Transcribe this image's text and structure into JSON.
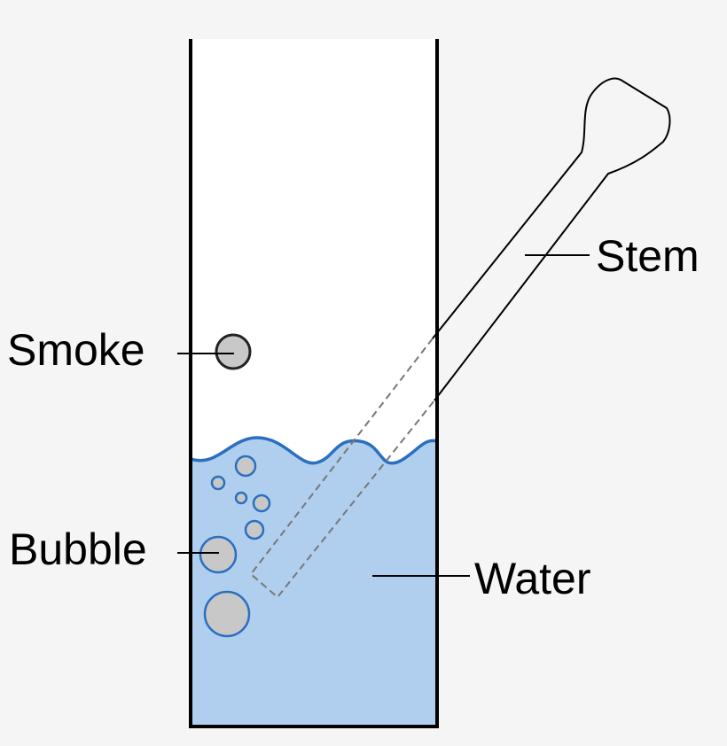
{
  "labels": {
    "smoke": "Smoke",
    "bubble": "Bubble",
    "stem": "Stem",
    "water": "Water"
  },
  "colors": {
    "background": "#f5f5f5",
    "vessel_interior": "#ffffff",
    "water_fill": "#b0cfee",
    "water_outline": "#2a6fc0",
    "bubble_fill": "#c8c8c8",
    "smoke_outline": "#222222",
    "outline": "#000000",
    "hidden_edge": "#777777"
  }
}
